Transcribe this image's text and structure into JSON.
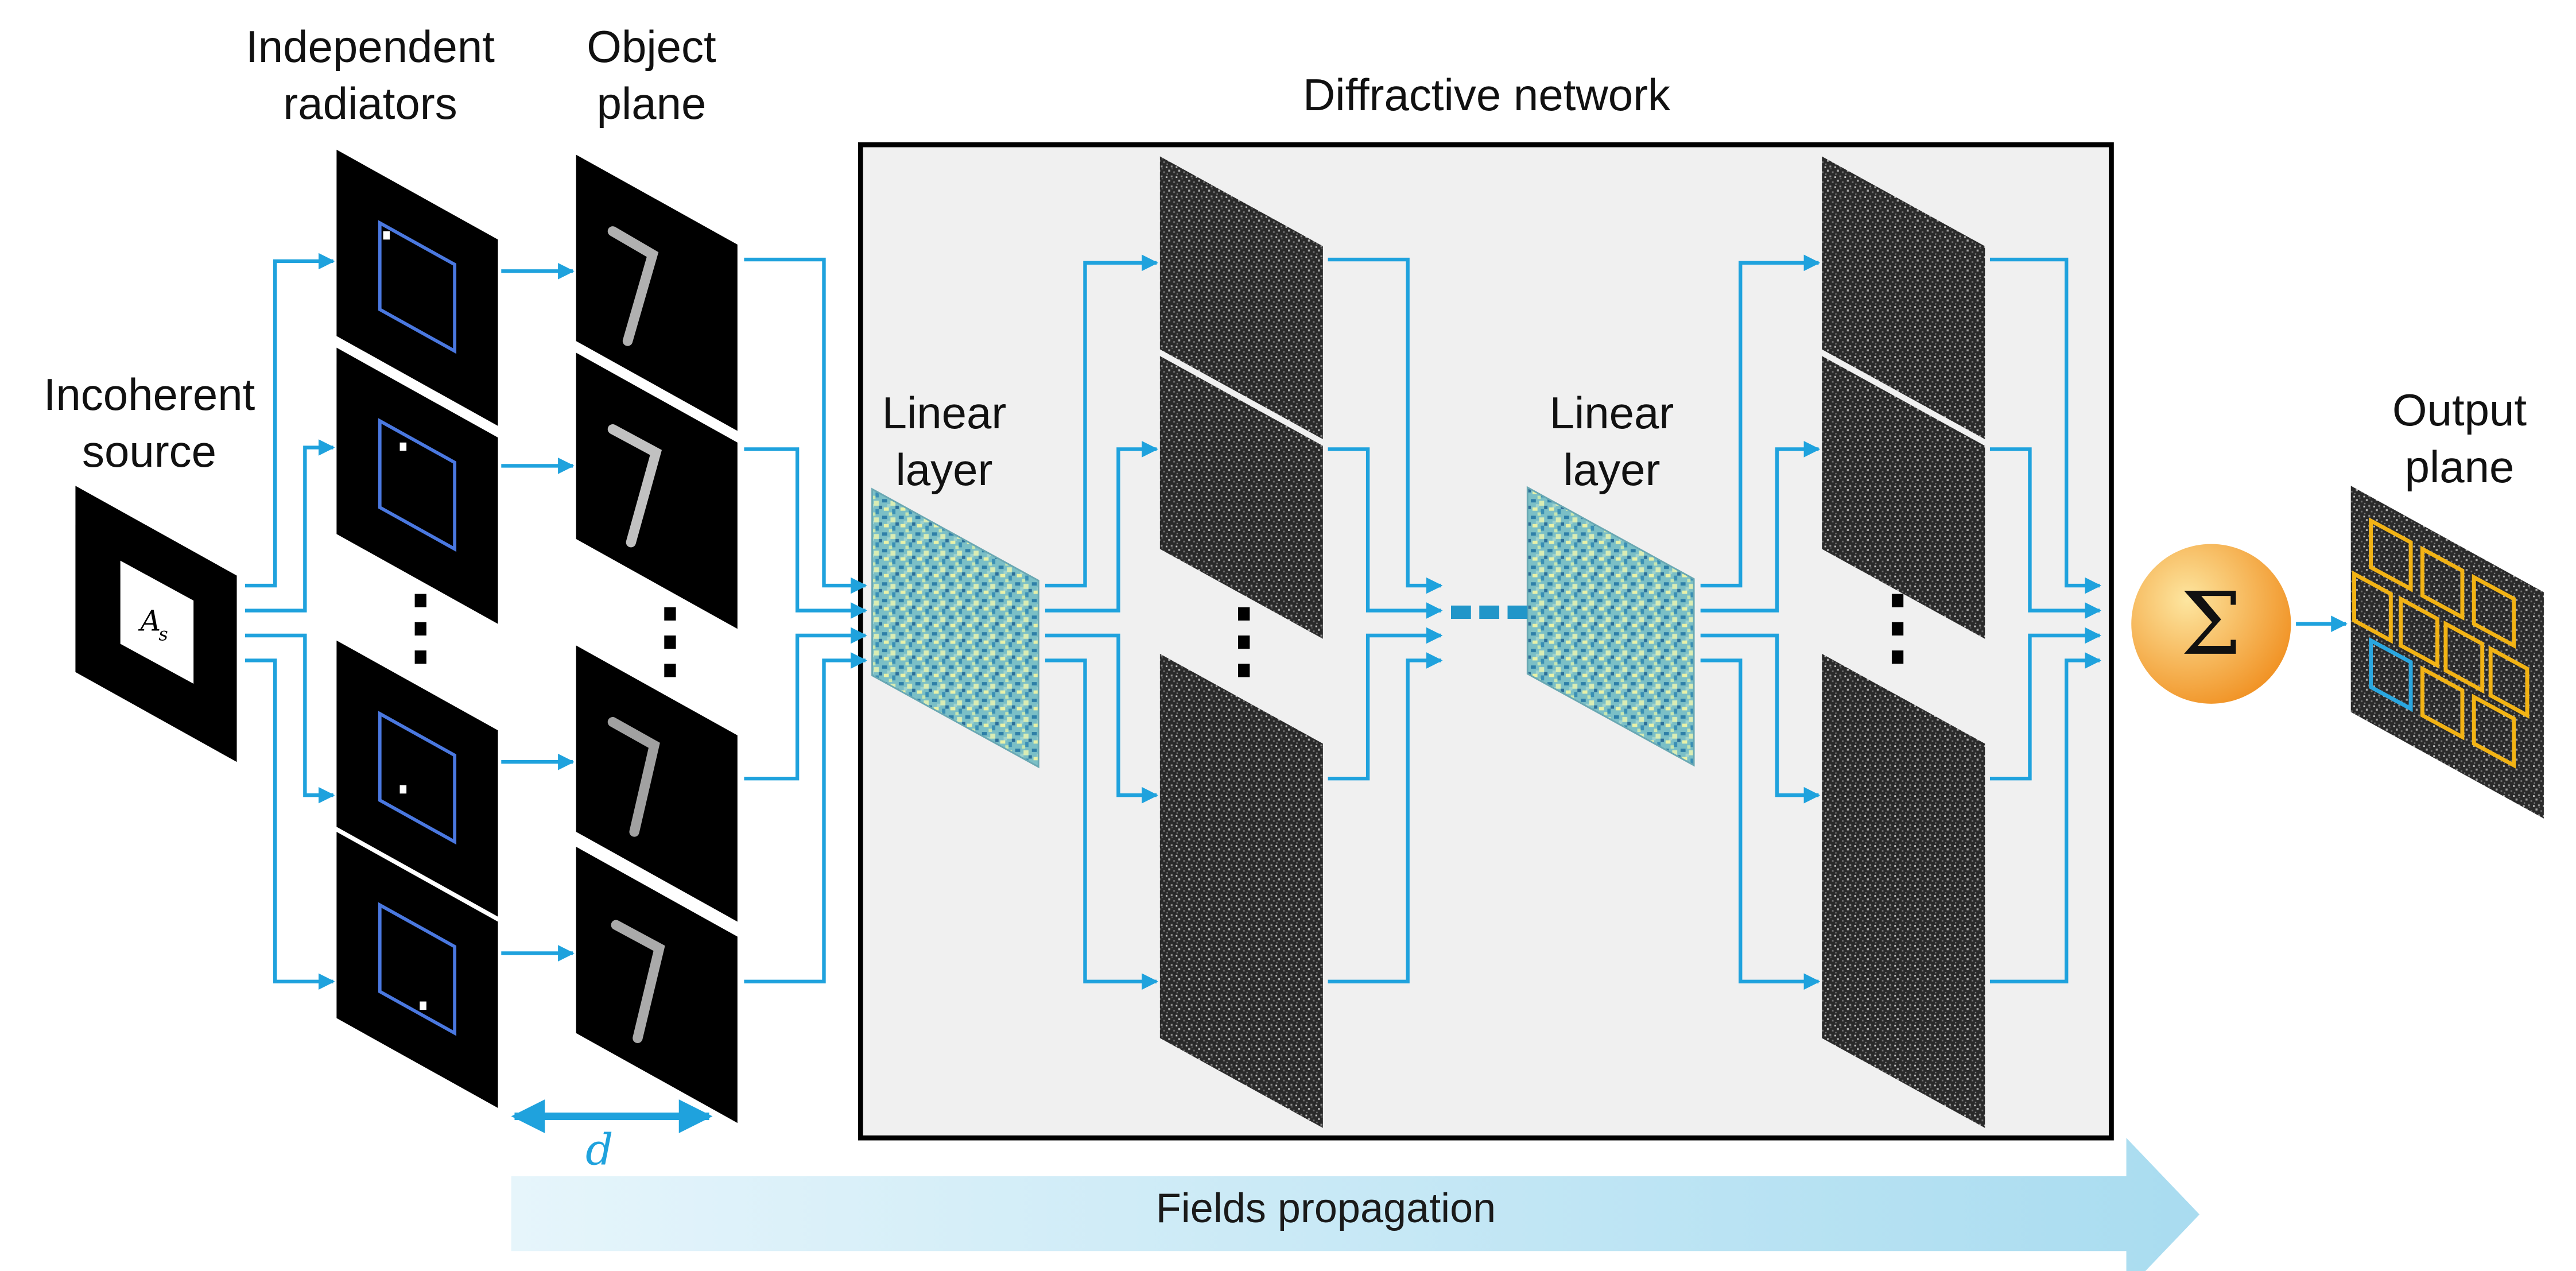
{
  "title": "Diffractive network",
  "labels": {
    "source": [
      "Incoherent",
      "source"
    ],
    "radiators": [
      "Independent",
      "radiators"
    ],
    "object_plane": [
      "Object",
      "plane"
    ],
    "linear_layer_1": [
      "Linear",
      "layer"
    ],
    "linear_layer_2": [
      "Linear",
      "layer"
    ],
    "output_plane": [
      "Output",
      "plane"
    ],
    "source_symbol": "A",
    "source_subscript": "s",
    "distance_symbol": "d",
    "sum_symbol": "Σ",
    "propagation": "Fields propagation"
  },
  "colors": {
    "arrow": "#1fa2dd",
    "radiator_box": "#4a78e0",
    "output_detector": "#f2b315",
    "output_detector_active": "#2aa7e0",
    "network_bg": "#f0f0f0",
    "sum_fill_light": "#fde6a0",
    "sum_fill_dark": "#f08e1e",
    "propagation_light": "#e6f5fb",
    "propagation_dark": "#a9dcf0"
  },
  "icons": {
    "ellipsis_vertical": "vertical-ellipsis-icon",
    "ellipsis_horizontal": "horizontal-ellipsis-icon",
    "sum": "sigma-sum-icon"
  }
}
